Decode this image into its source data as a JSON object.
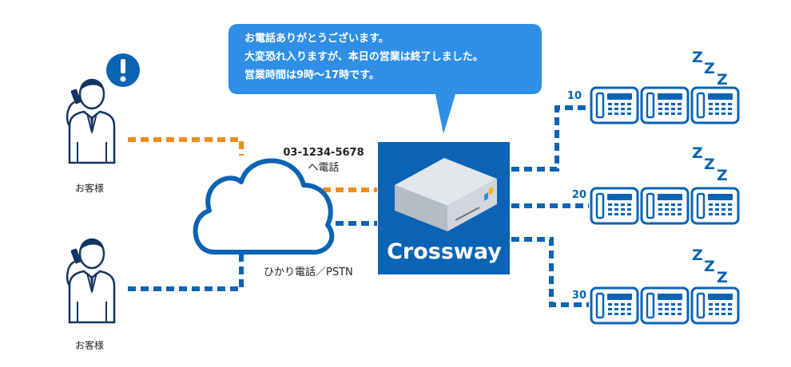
{
  "speech_bubble": {
    "lines": [
      "お電話ありがとうございます。",
      "大変恐れ入りますが、本日の営業は終了しました。",
      "営業時間は9時〜17時です。"
    ]
  },
  "customers": [
    {
      "label": "お客様",
      "has_alert": true
    },
    {
      "label": "お客様",
      "has_alert": false
    }
  ],
  "call": {
    "number": "03-1234-5678",
    "action": "へ電話"
  },
  "network": {
    "label": "ひかり電話／PSTN"
  },
  "pbx": {
    "brand": "Crossway"
  },
  "phone_groups": [
    {
      "label": "10",
      "sleep": "ZZZ"
    },
    {
      "label": "20",
      "sleep": "ZZZ"
    },
    {
      "label": "30",
      "sleep": "ZZZ"
    }
  ],
  "colors": {
    "blue": "#0a63b5",
    "bubble_blue": "#2f8ee6",
    "orange": "#f08c1e",
    "navy": "#13355f"
  }
}
